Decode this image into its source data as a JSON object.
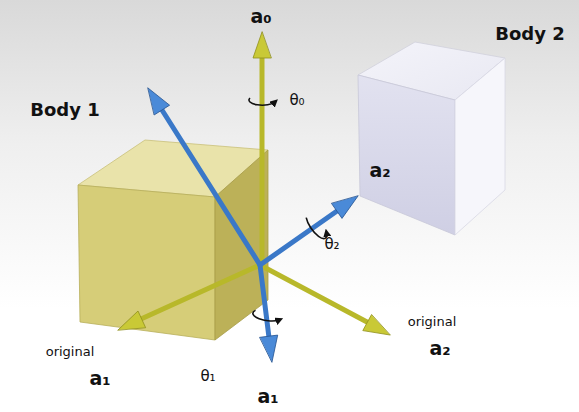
{
  "diagram": {
    "labels": [
      "Body 1",
      "Body 2",
      "a₀",
      "θ₀",
      "θ₂",
      "a₂",
      "original",
      "a₁",
      "θ₁",
      "a₁",
      "original",
      "a₂"
    ]
  }
}
